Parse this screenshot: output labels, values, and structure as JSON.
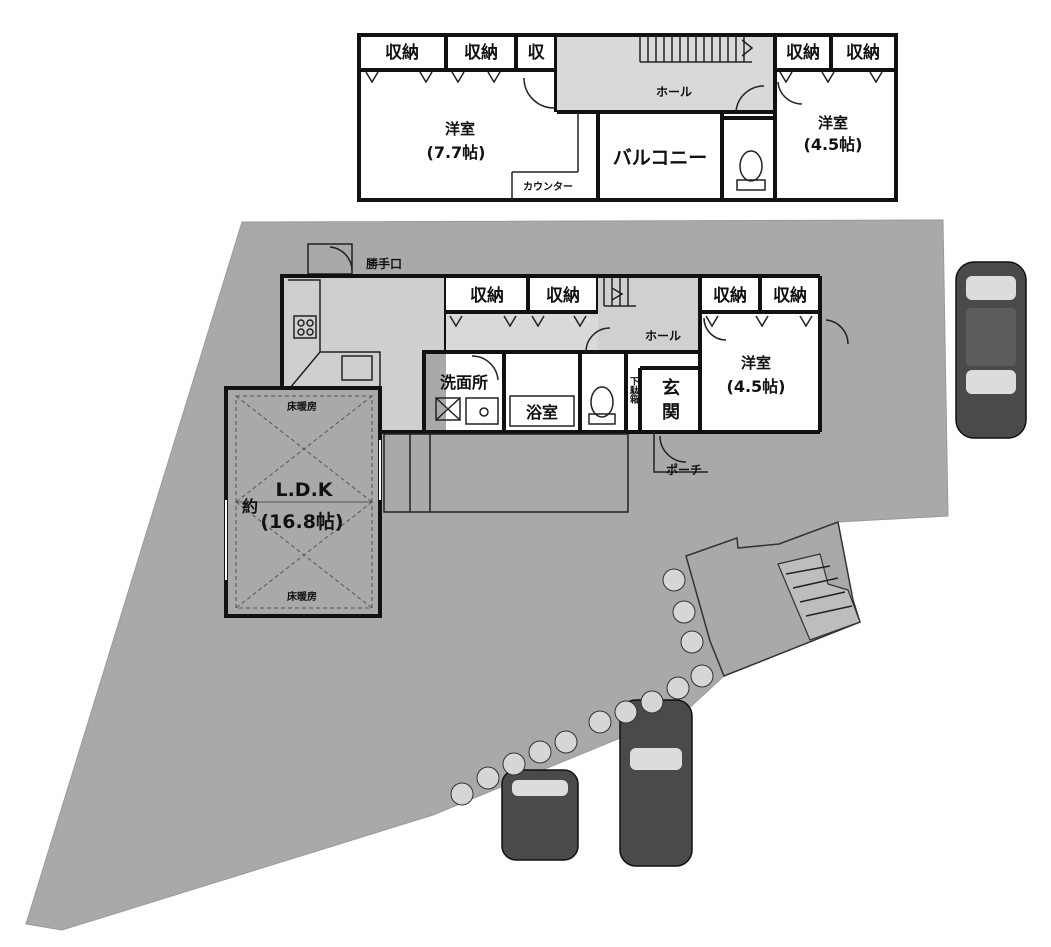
{
  "upper_floor": {
    "storage_1": "収納",
    "storage_2": "収納",
    "storage_3": "収",
    "storage_4": "収納",
    "storage_5": "収納",
    "hall": "ホール",
    "room_left": "洋室",
    "room_left_size": "(7.7帖)",
    "balcony": "バルコニー",
    "room_right": "洋室",
    "room_right_size": "(4.5帖)",
    "counter": "カウンター"
  },
  "ground_floor": {
    "back_door": "勝手口",
    "storage_1": "収納",
    "storage_2": "収納",
    "storage_3": "収納",
    "storage_4": "収納",
    "hall": "ホール",
    "washroom": "洗面所",
    "bath": "浴室",
    "shoe_box": "下駄箱",
    "entrance_1": "玄",
    "entrance_2": "関",
    "room": "洋室",
    "room_size": "(4.5帖)",
    "porch": "ポーチ",
    "floor_heating_top": "床暖房",
    "floor_heating_bottom": "床暖房",
    "ldk": "L.D.K",
    "ldk_approx": "約",
    "ldk_size": "(16.8帖)"
  }
}
